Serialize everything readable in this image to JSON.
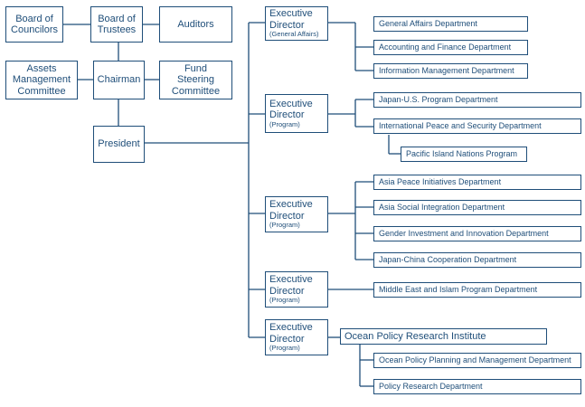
{
  "governance": {
    "board_of_councilors": "Board of\nCouncilors",
    "board_of_trustees": "Board of\nTrustees",
    "auditors": "Auditors",
    "assets_management_committee": "Assets\nManagement\nCommittee",
    "chairman": "Chairman",
    "fund_steering_committee": "Fund\nSteering\nCommittee",
    "president": "President"
  },
  "executives": [
    {
      "title": "Executive\nDirector",
      "role": "(General Affairs)",
      "departments": [
        "General Affairs Department",
        "Accounting and Finance Department",
        "Information Management Department"
      ]
    },
    {
      "title": "Executive\nDirector",
      "role": "(Program)",
      "departments": [
        "Japan-U.S. Program Department",
        "International Peace and Security Department"
      ],
      "sub_program": "Pacific Island Nations Program"
    },
    {
      "title": "Executive\nDirector",
      "role": "(Program)",
      "departments": [
        "Asia Peace Initiatives Department",
        "Asia Social Integration Department",
        "Gender Investment and Innovation Department",
        "Japan-China Cooperation Department"
      ]
    },
    {
      "title": "Executive\nDirector",
      "role": "(Program)",
      "departments": [
        "Middle East and Islam Program Department"
      ]
    },
    {
      "title": "Executive\nDirector",
      "role": "(Program)",
      "institute": "Ocean Policy Research Institute",
      "departments": [
        "Ocean Policy Planning and Management Department",
        "Policy Research Department"
      ]
    }
  ]
}
